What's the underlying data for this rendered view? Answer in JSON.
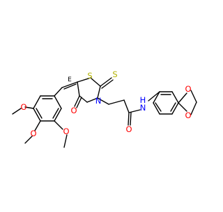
{
  "molecule": {
    "atom_labels": {
      "S_ring": "S",
      "S_thione": "S",
      "N_ring": "N",
      "O_ring_carbonyl": "O",
      "O_amide": "O",
      "N_amide": "N",
      "H_amide": "H",
      "O_dioxole_top": "O",
      "O_dioxole_bottom": "O",
      "O_methoxy_1": "O",
      "O_methoxy_2": "O",
      "O_methoxy_3": "O"
    },
    "stereo_label": "E",
    "colors": {
      "bond": "#000000",
      "oxygen": "#ff0000",
      "nitrogen": "#0000ff",
      "sulfur": "#b2b200"
    }
  }
}
